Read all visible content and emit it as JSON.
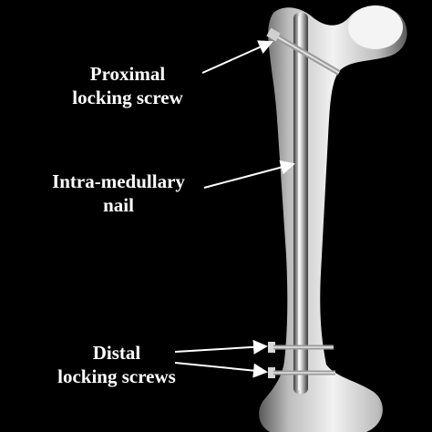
{
  "labels": {
    "proximal": {
      "line1": "Proximal",
      "line2": "locking screw"
    },
    "nail": {
      "line1": "Intra-medullary",
      "line2": "nail"
    },
    "distal": {
      "line1": "Distal",
      "line2": "locking screws"
    }
  },
  "colors": {
    "background": "#000000",
    "bone": "#e8e8e8",
    "nail": "#c8c8c8",
    "screw": "#b0b0b0",
    "text": "#ffffff",
    "arrow": "#ffffff"
  }
}
